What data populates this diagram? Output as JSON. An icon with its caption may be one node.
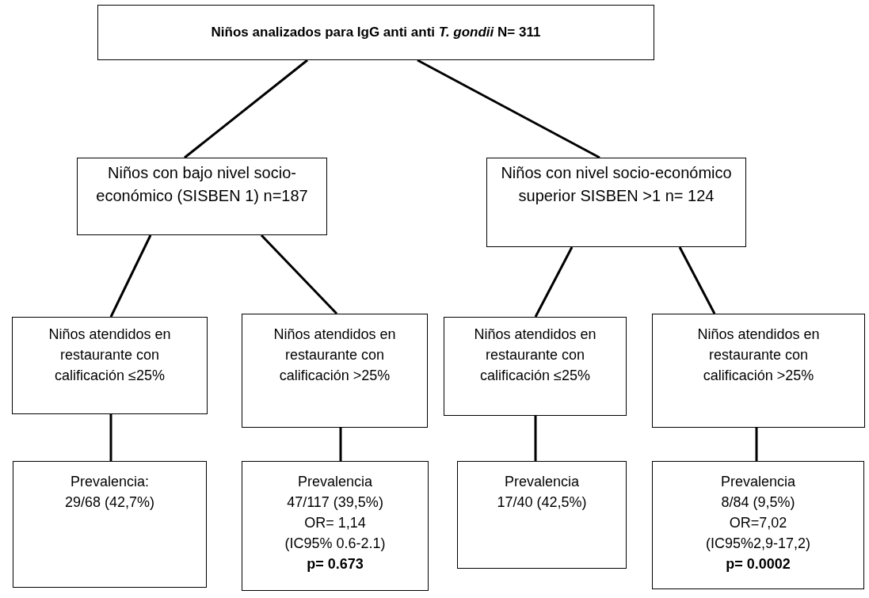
{
  "diagram": {
    "nodes": [
      {
        "text": [
          "Niños analizados para IgG anti anti *T. gondii* N= 311"
        ]
      },
      {
        "text": [
          "Niños con bajo nivel socio-económico (SISBEN 1) n=187"
        ]
      },
      {
        "text": [
          "Niños con nivel socio-económico superior SISBEN >1 n= 124"
        ]
      },
      {
        "text": [
          "Niños atendidos en restaurante con calificación ≤25%"
        ]
      },
      {
        "text": [
          "Niños atendidos en restaurante con calificación >25%"
        ]
      },
      {
        "text": [
          "Niños atendidos en restaurante con calificación ≤25%"
        ]
      },
      {
        "text": [
          "Niños atendidos en restaurante con calificación >25%"
        ]
      },
      {
        "text": [
          "Prevalencia:",
          "29/68 (42,7%)"
        ]
      },
      {
        "text": [
          "Prevalencia",
          "47/117 (39,5%)",
          "OR= 1,14",
          "(IC95% 0.6-2.1)",
          "**p= 0.673**"
        ]
      },
      {
        "text": [
          "Prevalencia",
          "17/40 (42,5%)"
        ]
      },
      {
        "text": [
          "Prevalencia",
          "8/84 (9,5%)",
          "OR=7,02",
          "(IC95%2,9-17,2)",
          "**p= 0.0002**"
        ]
      }
    ],
    "edges": [
      {
        "from": 0,
        "to": 1,
        "arrow": "none"
      },
      {
        "from": 0,
        "to": 2,
        "arrow": "none"
      },
      {
        "from": 1,
        "to": 3,
        "arrow": "none"
      },
      {
        "from": 1,
        "to": 4,
        "arrow": "none"
      },
      {
        "from": 2,
        "to": 5,
        "arrow": "none"
      },
      {
        "from": 2,
        "to": 6,
        "arrow": "none"
      },
      {
        "from": 3,
        "to": 7,
        "arrow": "none"
      },
      {
        "from": 4,
        "to": 8,
        "arrow": "none"
      },
      {
        "from": 5,
        "to": 9,
        "arrow": "none"
      },
      {
        "from": 6,
        "to": 10,
        "arrow": "none"
      }
    ]
  }
}
